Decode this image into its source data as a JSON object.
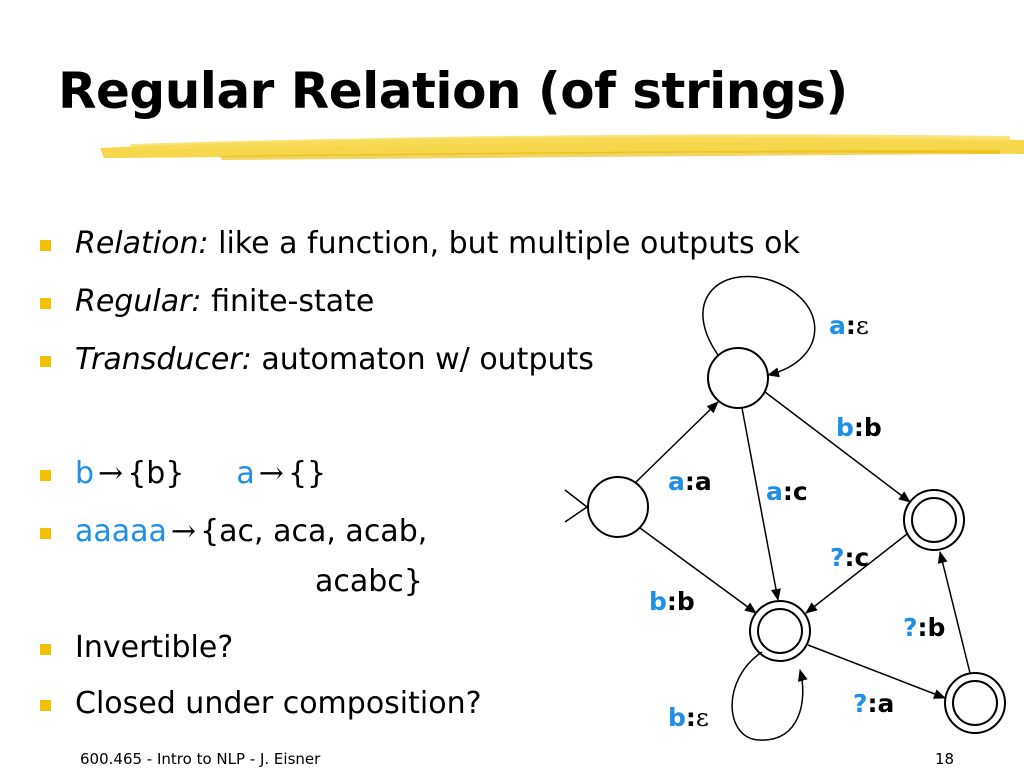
{
  "slide": {
    "title": "Regular Relation (of strings)",
    "accent_color": "#f2c200",
    "highlight_color": "#f5cf2a",
    "term_color": "#1e8fe6"
  },
  "bullets": [
    {
      "term": "Relation:",
      "text": " like a function, but multiple outputs ok"
    },
    {
      "term": "Regular:",
      "text": " finite-state"
    },
    {
      "term": "Transducer:",
      "text": " automaton w/ outputs"
    }
  ],
  "examples": [
    {
      "in1": "b",
      "arrow": "→",
      "out1": "{b}",
      "in2": "a",
      "arrow2": "→",
      "out2": "{}"
    },
    {
      "in1": "aaaaa",
      "arrow": "→",
      "out1": "{ac, aca, acab,",
      "continuation": "acabc}"
    }
  ],
  "questions": [
    "Invertible?",
    "Closed under composition?"
  ],
  "diagram": {
    "edge_labels": [
      {
        "in": "a",
        "out": "ε"
      },
      {
        "in": "b",
        "out": "b"
      },
      {
        "in": "a",
        "out": "a"
      },
      {
        "in": "a",
        "out": "c"
      },
      {
        "in": "?",
        "out": "c"
      },
      {
        "in": "b",
        "out": "b"
      },
      {
        "in": "?",
        "out": "b"
      },
      {
        "in": "?",
        "out": "a"
      },
      {
        "in": "b",
        "out": "ε"
      }
    ]
  },
  "footer": {
    "course": "600.465 - Intro to NLP - J. Eisner",
    "page": "18"
  }
}
